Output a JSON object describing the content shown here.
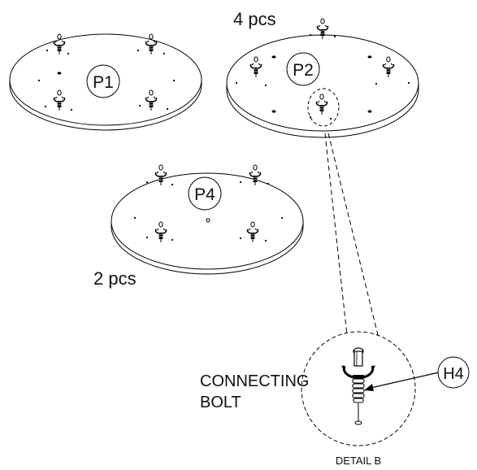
{
  "parts": {
    "p1": {
      "label": "P1"
    },
    "p2": {
      "label": "P2",
      "quantity": "4 pcs"
    },
    "p4": {
      "label": "P4",
      "quantity": "2 pcs"
    }
  },
  "detail": {
    "title": "DETAIL B",
    "callout": "H4",
    "caption_line1": "CONNECTING",
    "caption_line2": "BOLT"
  }
}
